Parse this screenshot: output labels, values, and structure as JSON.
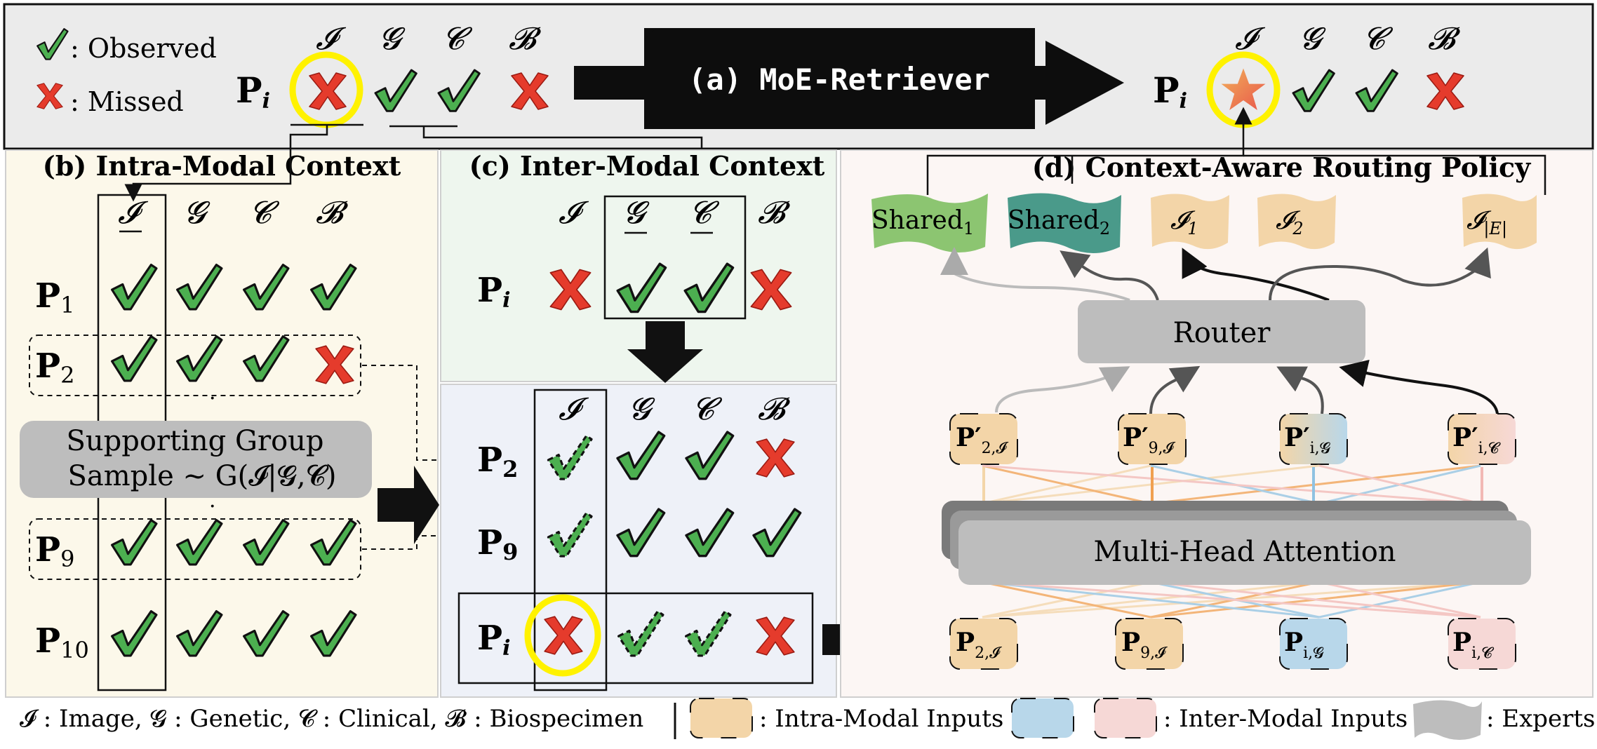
{
  "top": {
    "legend_observed": ": Observed",
    "legend_missed": ": Missed",
    "patient_label": "P",
    "patient_sub": "i",
    "modalities": [
      "𝓘",
      "𝓖",
      "𝓒",
      "𝓑"
    ],
    "retriever_label": "(a) MoE-Retriever"
  },
  "panel_b": {
    "title": "(b) Intra-Modal Context",
    "modalities": [
      "𝓘",
      "𝓖",
      "𝓒",
      "𝓑"
    ],
    "rows": [
      {
        "p": "P",
        "sub": "1"
      },
      {
        "p": "P",
        "sub": "2"
      },
      {
        "p": "P",
        "sub": "9"
      },
      {
        "p": "P",
        "sub": "10"
      }
    ],
    "supporting_line1": "Supporting Group",
    "supporting_line2": "Sample ~ G(𝓘|𝓖,𝓒)",
    "dot": "·"
  },
  "panel_c": {
    "title": "(c) Inter-Modal Context",
    "modalities": [
      "𝓘",
      "𝓖",
      "𝓒",
      "𝓑"
    ],
    "top_patient": {
      "p": "P",
      "sub": "i"
    },
    "rows": [
      {
        "p": "P",
        "sub": "2"
      },
      {
        "p": "P",
        "sub": "9"
      },
      {
        "p": "P",
        "sub": "i"
      }
    ]
  },
  "panel_d": {
    "title": "(d) Context-Aware Routing Policy",
    "experts": [
      {
        "label": "Shared",
        "sub": "1",
        "color": "#8cc571"
      },
      {
        "label": "Shared",
        "sub": "2",
        "color": "#4a9a8a"
      },
      {
        "label": "𝓘",
        "sub": "1",
        "color": "#f3d5a8"
      },
      {
        "label": "𝓘",
        "sub": "2",
        "color": "#f3d5a8"
      },
      {
        "label": "𝓘",
        "sub": "|E|",
        "color": "#f3d5a8"
      }
    ],
    "router_label": "Router",
    "mha_label": "Multi-Head Attention",
    "tokens_out": [
      {
        "p": "P′",
        "sub": "2,𝓘",
        "color": "#f3d5a8"
      },
      {
        "p": "P′",
        "sub": "9,𝓘",
        "color": "#f3d5a8"
      },
      {
        "p": "P′",
        "sub": "i,𝓖",
        "color": "#cfe2ef"
      },
      {
        "p": "P′",
        "sub": "i,𝓒",
        "color": "#f6d8d6"
      }
    ],
    "tokens_in": [
      {
        "p": "P",
        "sub": "2,𝓘",
        "color": "#f3d5a8"
      },
      {
        "p": "P",
        "sub": "9,𝓘",
        "color": "#f3d5a8"
      },
      {
        "p": "P",
        "sub": "i,𝓖",
        "color": "#b8d7ea"
      },
      {
        "p": "P",
        "sub": "i,𝓒",
        "color": "#f6d8d6"
      }
    ]
  },
  "footer": {
    "definitions": "𝓘 : Image, 𝓖 : Genetic, 𝓒 : Clinical, 𝓑 : Biospecimen",
    "intra_label": ": Intra-Modal Inputs",
    "inter_label": ": Inter-Modal Inputs",
    "experts_label": ": Experts"
  },
  "colors": {
    "check": "#4caf50",
    "cross": "#e53b2c",
    "highlight": "#fff200",
    "panel_b_bg": "#fcf8ea",
    "panel_c_top_bg": "#eef6ee",
    "panel_c_bottom_bg": "#eef1f8",
    "panel_d_bg": "#fcf6f4",
    "top_bg": "#ebebeb"
  }
}
